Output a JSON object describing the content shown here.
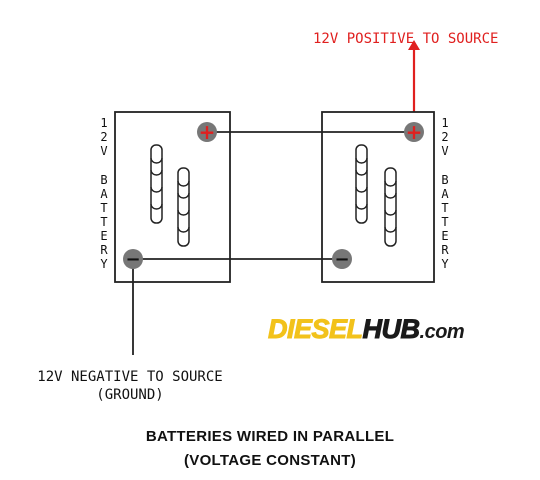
{
  "labels": {
    "positive_source": "12V POSITIVE TO SOURCE",
    "negative_source_line1": "12V NEGATIVE TO SOURCE",
    "negative_source_line2": "(GROUND)"
  },
  "battery_left": {
    "voltage_chars": [
      "1",
      "2",
      "V"
    ],
    "word_chars": [
      "B",
      "A",
      "T",
      "T",
      "E",
      "R",
      "Y"
    ]
  },
  "battery_right": {
    "voltage_chars": [
      "1",
      "2",
      "V"
    ],
    "word_chars": [
      "B",
      "A",
      "T",
      "T",
      "E",
      "R",
      "Y"
    ]
  },
  "terminals": {
    "positive_symbol": "+",
    "negative_symbol": "−"
  },
  "logo": {
    "part1": "DIESEL",
    "part2": "HUB",
    "part3": ".com"
  },
  "caption": {
    "line1": "BATTERIES WIRED IN PARALLEL",
    "line2": "(VOLTAGE CONSTANT)"
  },
  "colors": {
    "positive_wire": "#e0201f",
    "positive_terminal": "#e0201f",
    "negative_terminal": "#111111",
    "terminal_ring": "#777777",
    "logo_yellow": "#f2c21b",
    "logo_dark": "#1a1a1a"
  }
}
